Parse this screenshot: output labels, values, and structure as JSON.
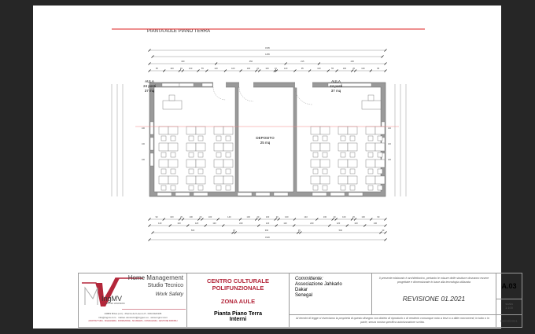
{
  "drawing_title": "PIANTA AULE PIANO TERRA",
  "rooms": [
    {
      "name": "AULA",
      "seats": "24 posti",
      "area": "37 mq"
    },
    {
      "name": "DEPOSITO",
      "area": "25 mq"
    },
    {
      "name": "AULA",
      "seats": "24 posti",
      "area": "37 mq"
    }
  ],
  "dimensions": {
    "top": [
      [
        "1505"
      ],
      [
        "1465"
      ],
      [
        "430",
        "450",
        "215",
        "430"
      ],
      [
        "95",
        "100",
        "20",
        "100",
        "55",
        "120",
        "100",
        "100",
        "20",
        "100",
        "10",
        "120",
        "95",
        "120",
        "55",
        "100",
        "20",
        "100",
        "95"
      ]
    ],
    "bottom": [
      [
        "90",
        "100",
        "20",
        "100",
        "20",
        "100",
        "140",
        "100",
        "20",
        "100",
        "20",
        "100",
        "140",
        "100",
        "20",
        "100",
        "20",
        "100",
        "90"
      ],
      [
        "140",
        "120",
        "120",
        "120",
        "240",
        "120",
        "120",
        "240",
        "120",
        "120",
        "140"
      ],
      [
        "500",
        "15",
        "390",
        "15",
        "500",
        "30"
      ],
      [
        "1520"
      ]
    ],
    "window_heights": "100"
  },
  "title_block": {
    "company_line1": "Home Management",
    "company_line2": "Studio Tecnico",
    "company_line3": "Work Safety",
    "logo_text": "IngMV",
    "logo_sub": "MATTEO VANONCINI",
    "address": "23883 Brivio (LC) - Piazza del Lavoro 8 - 039-9322335",
    "contacts": "info@ingmv.com · matteo.vanoncini@ingpec.eu · www.ingmv.com",
    "services": "ARCHITETTURA - INGEGNERIA - FORMAZIONE - SICUREZZA - CONSULENZA - GESTIONE IMMOBILI",
    "project_line1": "CENTRO CULTURALE",
    "project_line2": "POLIFUNZIONALE",
    "zone": "ZONA AULE",
    "sheet_line1": "Pianta Piano Terra",
    "sheet_line2": "Interni",
    "client_label": "Committente:",
    "client_name": "Associazione Jahkarlo",
    "client_city": "Dakar",
    "client_country": "Senegal",
    "note": "Il presente elaborato è architettonico, pertanto le misure delle strutture dovranno essere progettate e dimensionate in base alla tecnologia utilizzata",
    "revision": "REVISIONE 01.2021",
    "legal": "Ai termini di legge ci riserviamo la proprietà di questo disegno con divieto di riprodurlo o di renderlo comunque noto a terzi o a ditte concorrenti, in tutto o in parte, senza nostra specifica autorizzazione scritta.",
    "sheet_number": "A.03",
    "scale_label": "scala",
    "scale_value": "1:100",
    "date": "02/04/2021"
  },
  "colors": {
    "accent": "#b3263a",
    "wall": "#9a9a9a",
    "frame": "#2a2a2a"
  }
}
